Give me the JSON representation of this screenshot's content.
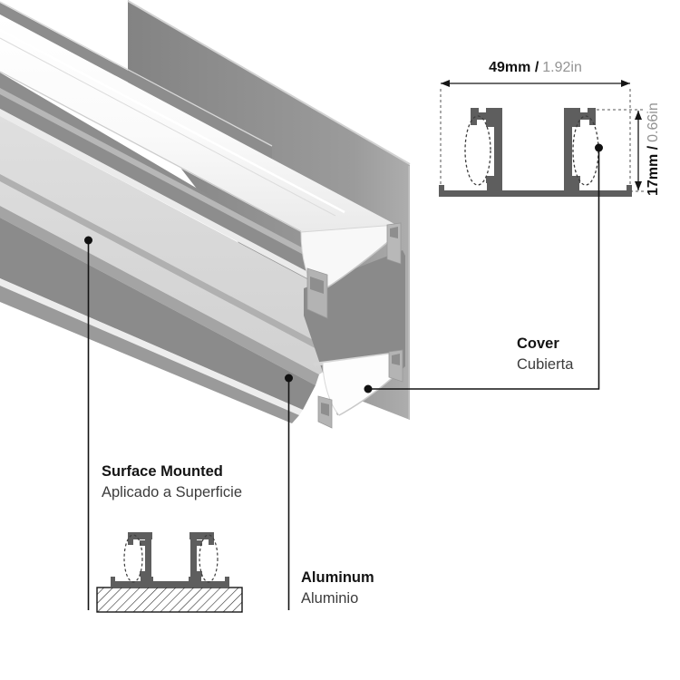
{
  "dimensions": {
    "width": {
      "metric": "49mm /",
      "imperial": "1.92in"
    },
    "height": {
      "metric": "17mm /",
      "imperial": "0.66in"
    }
  },
  "labels": {
    "cover": {
      "title": "Cover",
      "subtitle": "Cubierta"
    },
    "surface_mounted": {
      "title": "Surface Mounted",
      "subtitle": "Aplicado a Superficie"
    },
    "aluminum": {
      "title": "Aluminum",
      "subtitle": "Aluminio"
    }
  },
  "colors": {
    "background": "#ffffff",
    "metal_dark": "#8b8b8b",
    "metal_mid": "#a4a4a4",
    "metal_light": "#d8d8d8",
    "cover_white": "#fafafa",
    "cross_section_fill": "#5e5e5e",
    "leader_line": "#141414",
    "dimension_secondary_text": "#949494",
    "label_secondary_text": "#3c3c3c"
  }
}
